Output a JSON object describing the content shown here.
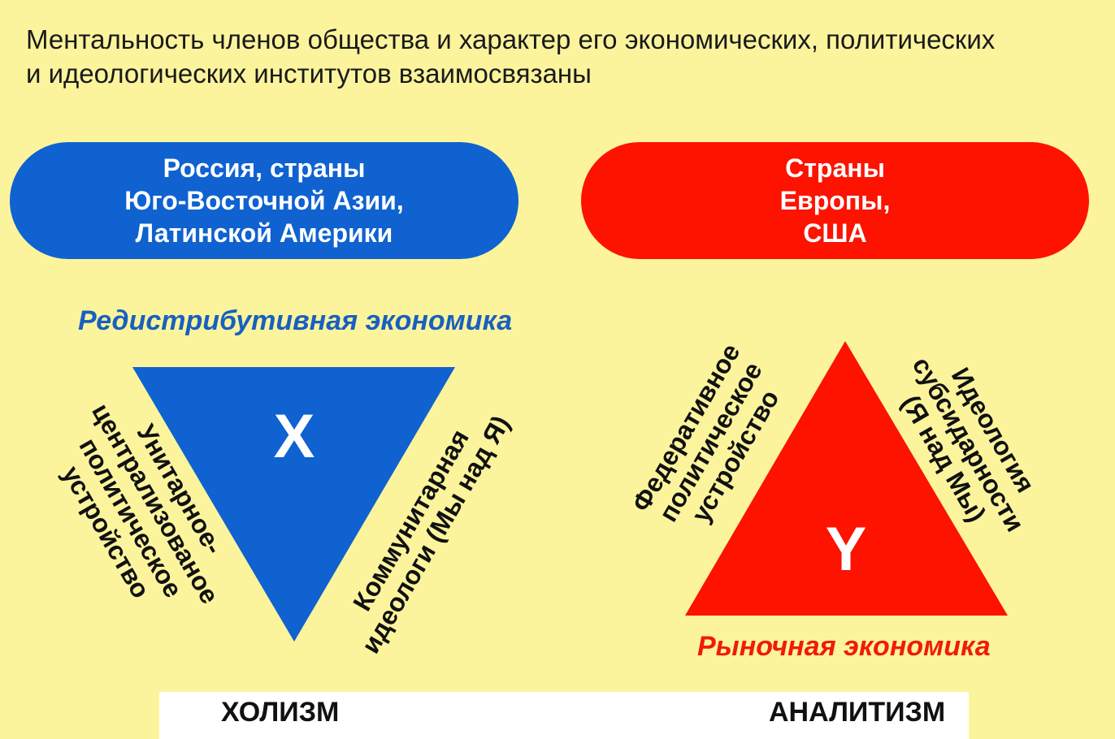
{
  "title": {
    "line1": "Ментальность членов общества и характер его экономических, политических",
    "line2": "и идеологических институтов взаимосвязаны"
  },
  "left_group": {
    "pill_lines": [
      "Россия, страны",
      "Юго-Восточной Азии,",
      "Латинской Америки"
    ],
    "economy": "Редистрибутивная экономика",
    "triangle_letter": "X",
    "political_lines": [
      "Унитарное-",
      "централизованое",
      "политическое",
      "устройство"
    ],
    "ideology_lines": [
      "Коммунитарная",
      "идеологи (Мы над Я)"
    ],
    "colors": {
      "pill": "#0f62d0",
      "triangle": "#0f62d0",
      "economy_text": "#1860c0"
    }
  },
  "right_group": {
    "pill_lines": [
      "Страны",
      "Европы,",
      "США"
    ],
    "economy": "Рыночная экономика",
    "triangle_letter": "Y",
    "political_lines": [
      "Федеративное",
      "политическое",
      "устройство"
    ],
    "ideology_lines": [
      "Идеология",
      "субсидарности",
      "(Я над Мы)"
    ],
    "colors": {
      "pill": "#fe1200",
      "triangle": "#fe1200",
      "economy_text": "#f01b0a"
    }
  },
  "bottom": {
    "left_label": "ХОЛИЗМ",
    "right_label": "АНАЛИТИЗМ"
  },
  "colors": {
    "background": "#fbf49d",
    "bottom_bar": "#ffffff",
    "text": "#111111"
  }
}
